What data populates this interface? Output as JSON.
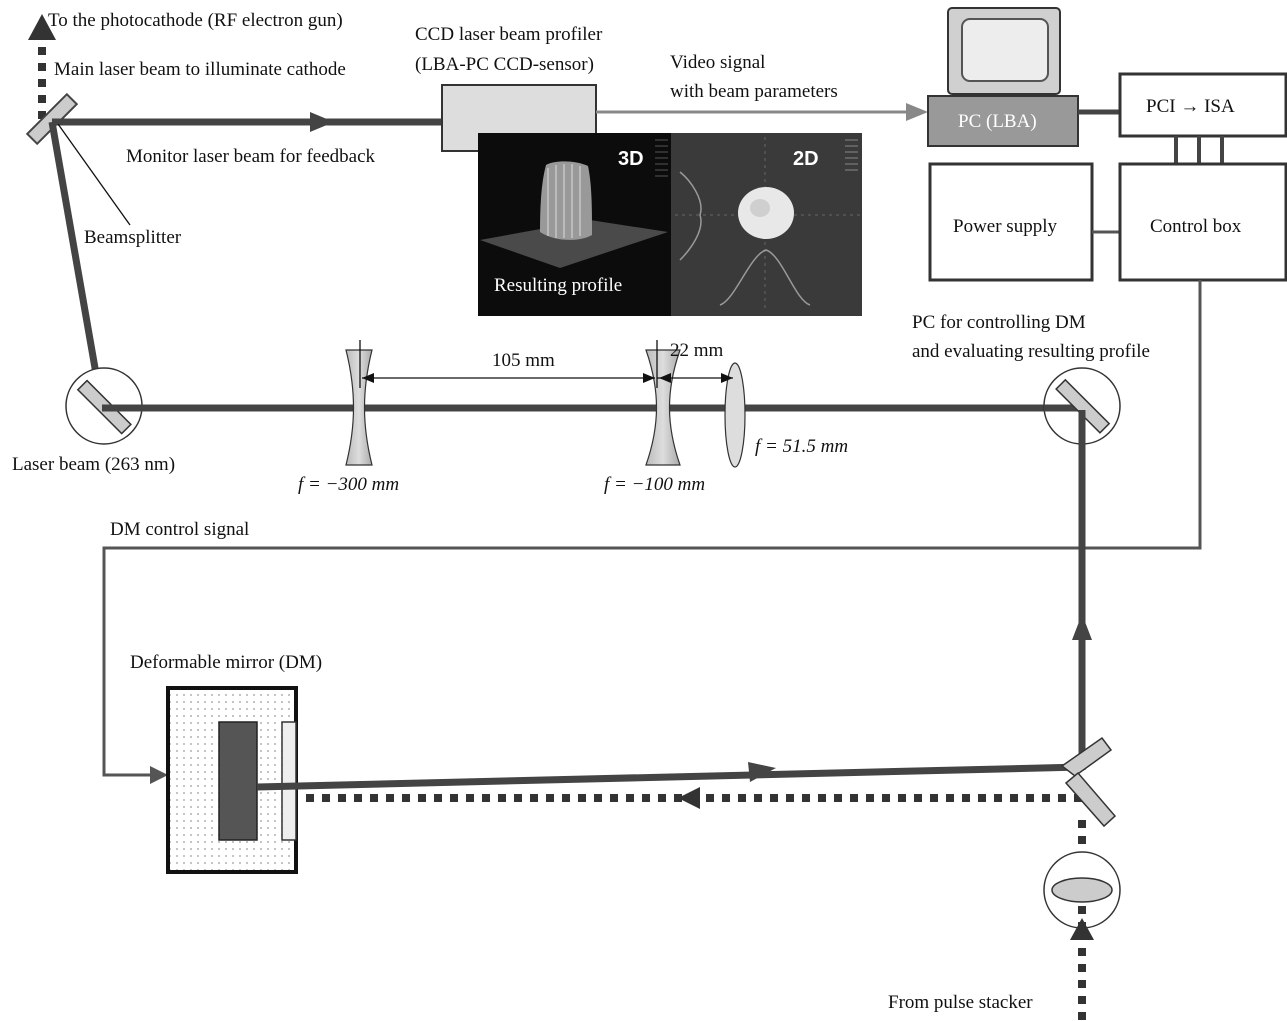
{
  "labels": {
    "to_photocathode": "To the photocathode (RF electron gun)",
    "main_beam": "Main laser beam to illuminate cathode",
    "ccd_title_1": "CCD laser beam profiler",
    "ccd_title_2": "(LBA-PC CCD-sensor)",
    "video_1": "Video signal",
    "video_2": "with beam parameters",
    "monitor_beam": "Monitor laser beam for feedback",
    "beamsplitter": "Beamsplitter",
    "resulting_profile": "Resulting profile",
    "tag_3d": "3D",
    "tag_2d": "2D",
    "pc_lba": "PC (LBA)",
    "pci_isa": "PCI → ISA",
    "power_supply": "Power supply",
    "control_box": "Control box",
    "pc_control_1": "PC for controlling DM",
    "pc_control_2": "and evaluating resulting profile",
    "dist_105": "105 mm",
    "dist_22": "22 mm",
    "laser_beam": "Laser beam (263 nm)",
    "f_300": "f = −300 mm",
    "f_100": "f = −100 mm",
    "f_51": "f = 51.5 mm",
    "dm_signal": "DM control signal",
    "dm": "Deformable mirror (DM)",
    "pulse_stacker": "From pulse stacker"
  }
}
